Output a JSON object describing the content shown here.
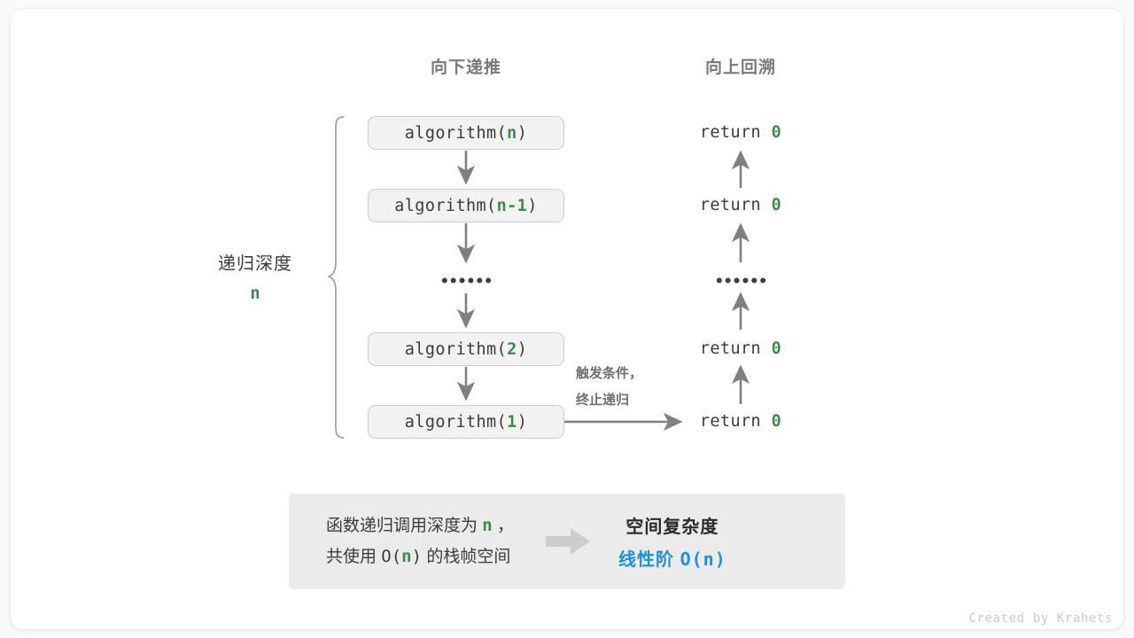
{
  "headings": {
    "down": "向下递推",
    "up": "向上回溯"
  },
  "frames": [
    {
      "name": "algorithm-n",
      "prefix": "algorithm(",
      "arg": "n",
      "suffix": ")"
    },
    {
      "name": "algorithm-n-1",
      "prefix": "algorithm(",
      "arg": "n-1",
      "suffix": ")"
    },
    {
      "name": "algorithm-2",
      "prefix": "algorithm(",
      "arg": "2",
      "suffix": ")"
    },
    {
      "name": "algorithm-1",
      "prefix": "algorithm(",
      "arg": "1",
      "suffix": ")"
    }
  ],
  "ellipsis": "••••••",
  "returns": [
    {
      "keyword": "return",
      "value": "0"
    },
    {
      "keyword": "return",
      "value": "0"
    },
    {
      "keyword": "return",
      "value": "0"
    },
    {
      "keyword": "return",
      "value": "0"
    }
  ],
  "depth": {
    "label": "递归深度",
    "value": "n"
  },
  "trigger": {
    "line1": "触发条件，",
    "line2": "终止递归"
  },
  "summary": {
    "left_line1_a": "函数递归调用深度为 ",
    "left_line1_hl": "n",
    "left_line1_b": " ，",
    "left_line2_a": "共使用 ",
    "left_line2_mono_open": "O(",
    "left_line2_hl": "n",
    "left_line2_mono_close": ")",
    "left_line2_b": " 的栈帧空间",
    "arrow_icon": "right-block-arrow-icon",
    "title": "空间复杂度",
    "complexity_label": "线性阶 ",
    "complexity_value": "O(n)"
  },
  "watermark": "Created by Krahets",
  "colors": {
    "accent_green": "#3d8b4b",
    "accent_blue": "#1f8fe0",
    "stroke_gray": "#808080",
    "frame_fill": "#f2f2f2",
    "frame_border": "#cccccc",
    "panel_fill": "#ebebeb"
  }
}
